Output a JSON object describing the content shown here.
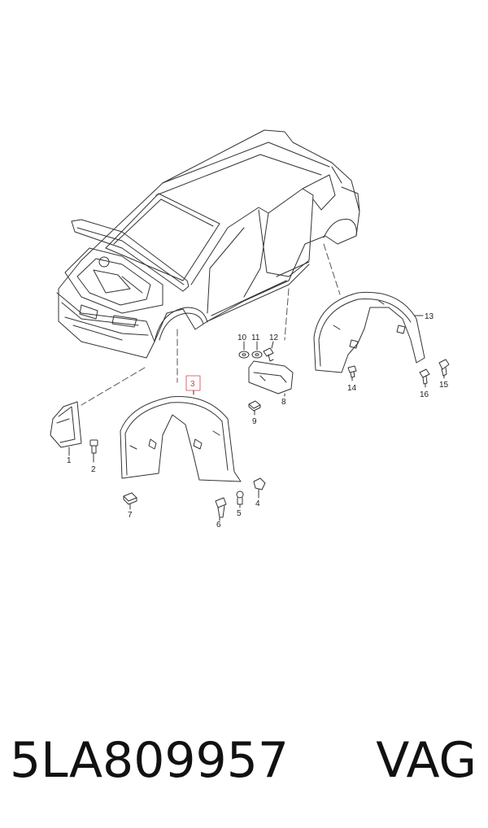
{
  "callouts": {
    "c1": "1",
    "c2": "2",
    "c3": "3",
    "c4": "4",
    "c5": "5",
    "c6": "6",
    "c7": "7",
    "c8": "8",
    "c9": "9",
    "c10": "10",
    "c11": "11",
    "c12": "12",
    "c13": "13",
    "c14": "14",
    "c15": "15",
    "c16": "16"
  },
  "highlight_color": "#d04050",
  "footer": {
    "part_number": "5LA809957",
    "brand": "VAG"
  }
}
